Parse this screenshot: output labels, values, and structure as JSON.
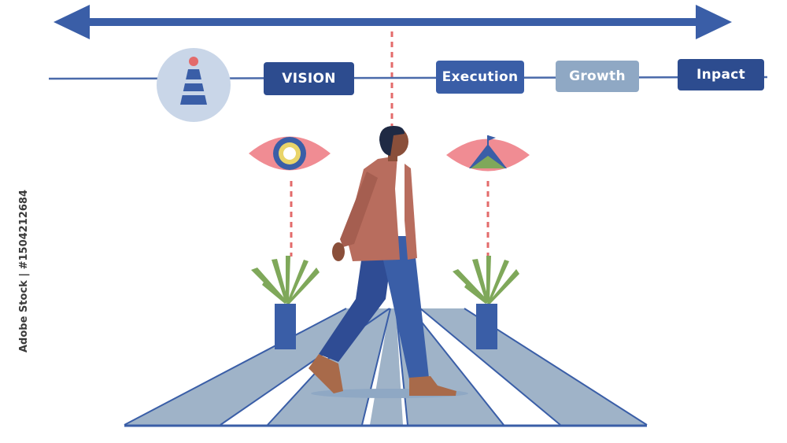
{
  "timeline": {
    "stages": [
      {
        "label": "VISION",
        "color": "#2d4c8f"
      },
      {
        "label": "Execution",
        "color": "#3a5ea7"
      },
      {
        "label": "Growth",
        "color": "#8fa8c4"
      },
      {
        "label": "Inpact",
        "color": "#2d4c8f"
      }
    ]
  },
  "watermark": {
    "stock_id": "Adobe Stock | #1504212684"
  },
  "colors": {
    "primary_blue": "#3a5ea7",
    "pale_blue": "#9fb3c8",
    "coral": "#e36b6b",
    "pink": "#f08c93",
    "leaf_green": "#7fa85a",
    "jacket": "#b86d5e",
    "skin": "#8a4f3a",
    "hair": "#1f2a44"
  },
  "icons": [
    "lighthouse-icon",
    "eye-vision-icon",
    "eye-mountain-icon",
    "plant-icon"
  ]
}
